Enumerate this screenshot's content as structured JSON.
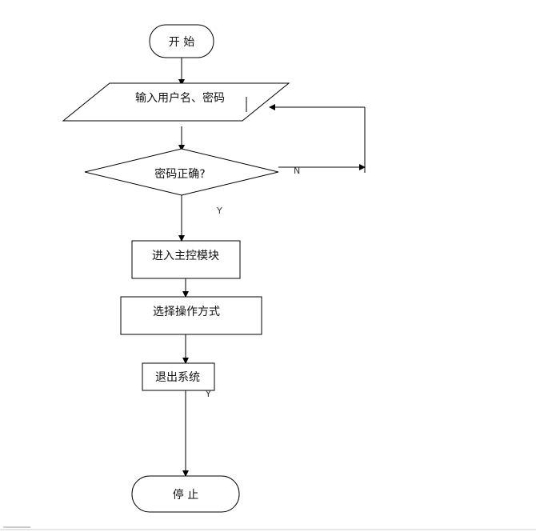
{
  "nodes": {
    "start": "开  始",
    "input": "输入用户名、密码",
    "decision": "密码正确?",
    "main_module": "进入主控模块",
    "choose_mode": "选择操作方式",
    "exit_system": "退出系统",
    "stop": "停  止"
  },
  "edge_labels": {
    "yes": "Y",
    "no": "N",
    "yes_stray": "Y"
  }
}
